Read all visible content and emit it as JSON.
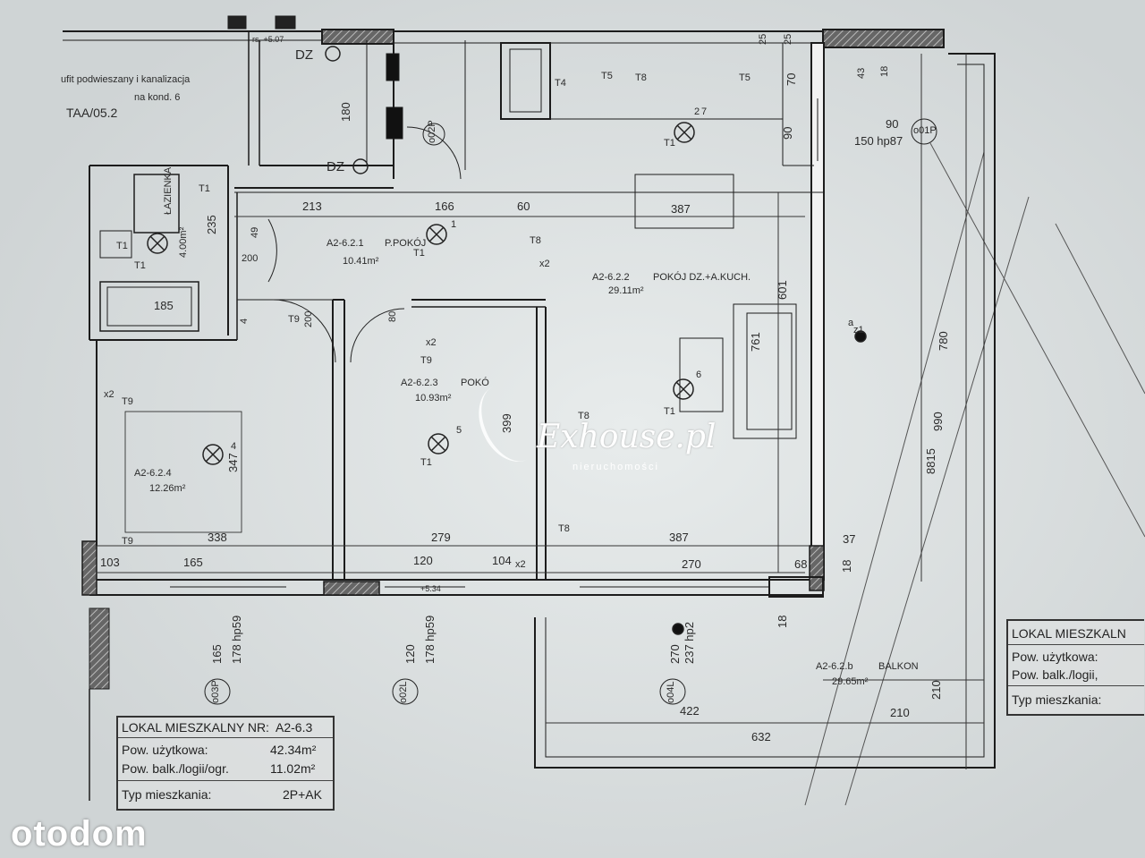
{
  "plan": {
    "dims": {
      "d213": "213",
      "d166": "166",
      "d60": "60",
      "d387_top": "387",
      "d601": "601",
      "d761": "761",
      "d780": "780",
      "d990": "990",
      "d8815": "8815",
      "d338": "338",
      "d279": "279",
      "d387_bot": "387",
      "d103": "103",
      "d165": "165",
      "d120": "120",
      "d104": "104",
      "d270": "270",
      "d37": "37",
      "d18a": "18",
      "d18b": "18",
      "d68": "68",
      "d632": "632",
      "d422": "422",
      "d210a": "210",
      "d210b": "210",
      "d185": "185",
      "d347": "347",
      "d399": "399",
      "d235": "235",
      "d200a": "200",
      "d200b": "200",
      "d80": "80",
      "d180": "180",
      "d25a": "25",
      "d25b": "25",
      "d43": "43",
      "d18c": "18",
      "d70": "70",
      "d90": "90",
      "d90b": "90",
      "d49": "49",
      "d4": "4"
    },
    "rooms": {
      "r1_id": "A2-6.2.1",
      "r1_name": "P.POKÓJ",
      "r1_area": "10.41m²",
      "r2_id": "A2-6.2.2",
      "r2_name": "POKÓJ DZ.+A.KUCH.",
      "r2_area": "29.11m²",
      "r3_id": "A2-6.2.3",
      "r3_name": "POKÓ",
      "r3_area": "10.93m²",
      "r4_id": "A2-6.2.4",
      "r4_area": "12.26m²",
      "r5_name": "ŁAZIENKA",
      "r5_area": "4.00m²",
      "balcony_id": "A2-6.2.b",
      "balcony_name": "BALKON",
      "balcony_area": "29.65m²"
    },
    "notes": {
      "ceiling": "ufit podwieszany i kanalizacja",
      "ceiling2": "na kond. 6",
      "ref": "TAA/05.2",
      "dz1": "DZ",
      "dz2": "DZ",
      "rs": "rs. +5.07",
      "sill": "+5.34"
    },
    "windows": {
      "w1": "o01P",
      "w1_dim": "150 hp87",
      "w2": "o02P",
      "w3": "o03P",
      "w3_a": "165",
      "w3_b": "178 hp59",
      "w4": "o02L",
      "w4_a": "120",
      "w4_b": "178 hp59",
      "w5": "o04L",
      "w5_a": "270",
      "w5_b": "237 hp2"
    },
    "electrics": [
      "T1",
      "T1",
      "T1",
      "T1",
      "T1",
      "T8",
      "T8",
      "T8",
      "T9",
      "T9",
      "T9",
      "T9",
      "x2",
      "x2",
      "x2",
      "x2",
      "z1",
      "a",
      "1",
      "2",
      "4",
      "5",
      "6",
      "7"
    ],
    "fixtures": [
      "T4",
      "T5",
      "T5",
      "T8",
      "T1",
      "T1"
    ]
  },
  "legend_main": {
    "title_label": "LOKAL MIESZKALNY NR:",
    "title_value": "A2-6.3",
    "usable_label": "Pow. użytkowa:",
    "usable_value": "42.34m²",
    "balcony_label": "Pow. balk./logii/ogr.",
    "balcony_value": "11.02m²",
    "type_label": "Typ mieszkania:",
    "type_value": "2P+AK"
  },
  "legend_right": {
    "title": "LOKAL MIESZKALN",
    "usable": "Pow. użytkowa:",
    "balcony": "Pow. balk./logii,",
    "type": "Typ mieszkania:"
  },
  "watermarks": {
    "brand": "Exhouse.pl",
    "brand_sub": "nieruchomości",
    "portal": "otodom"
  }
}
